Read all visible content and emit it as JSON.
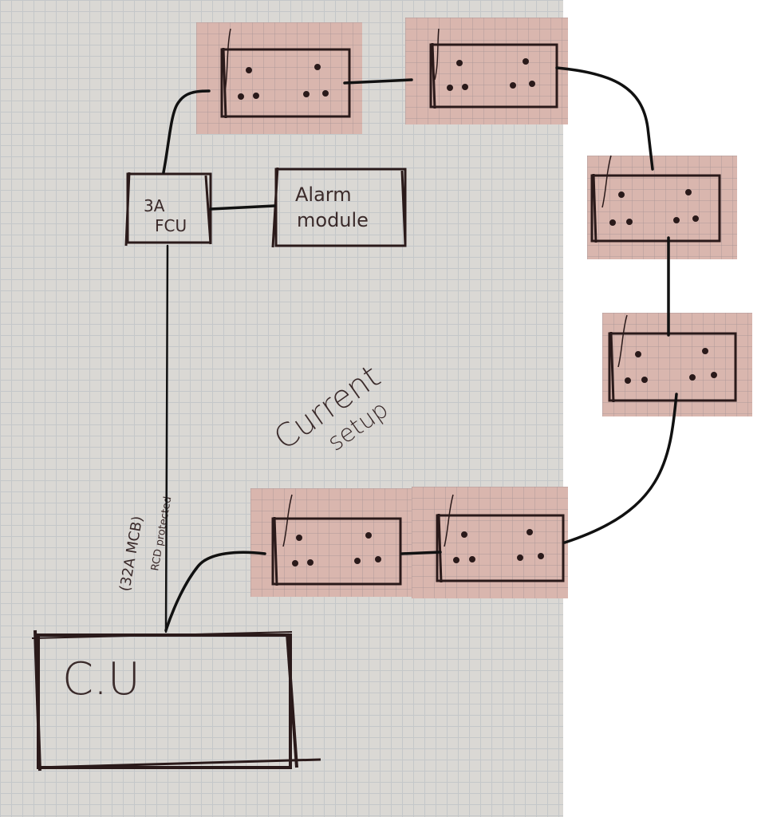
{
  "labels": {
    "fcu": [
      "3A",
      "FCU"
    ],
    "alarm": [
      "Alarm",
      "module"
    ],
    "cu": "C.U",
    "mcb": "(32A MCB)",
    "rcd": "RCD protected",
    "note": [
      "Current",
      "setup"
    ]
  },
  "colors": {
    "ink": "#2a1a1a",
    "paper": "#dad8d4",
    "patch": "#d9b6ae",
    "grid": "#c4c7c9"
  }
}
